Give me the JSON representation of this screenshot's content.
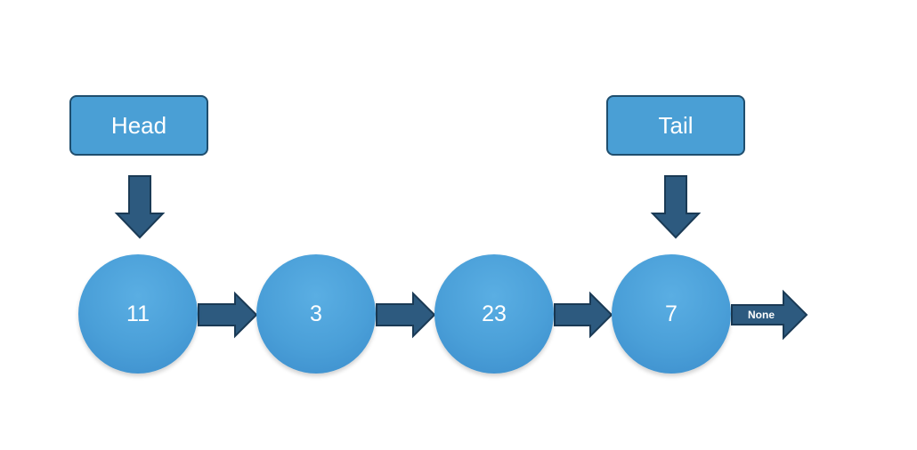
{
  "head_label": "Head",
  "tail_label": "Tail",
  "nodes": [
    "11",
    "3",
    "23",
    "7"
  ],
  "terminal_label": "None",
  "colors": {
    "node_fill": "#4a9fd5",
    "box_fill": "#4a9fd5",
    "box_border": "#1f4e6e",
    "arrow_fill": "#2d5a7f",
    "arrow_stroke": "#1a3a55",
    "text": "#ffffff"
  }
}
